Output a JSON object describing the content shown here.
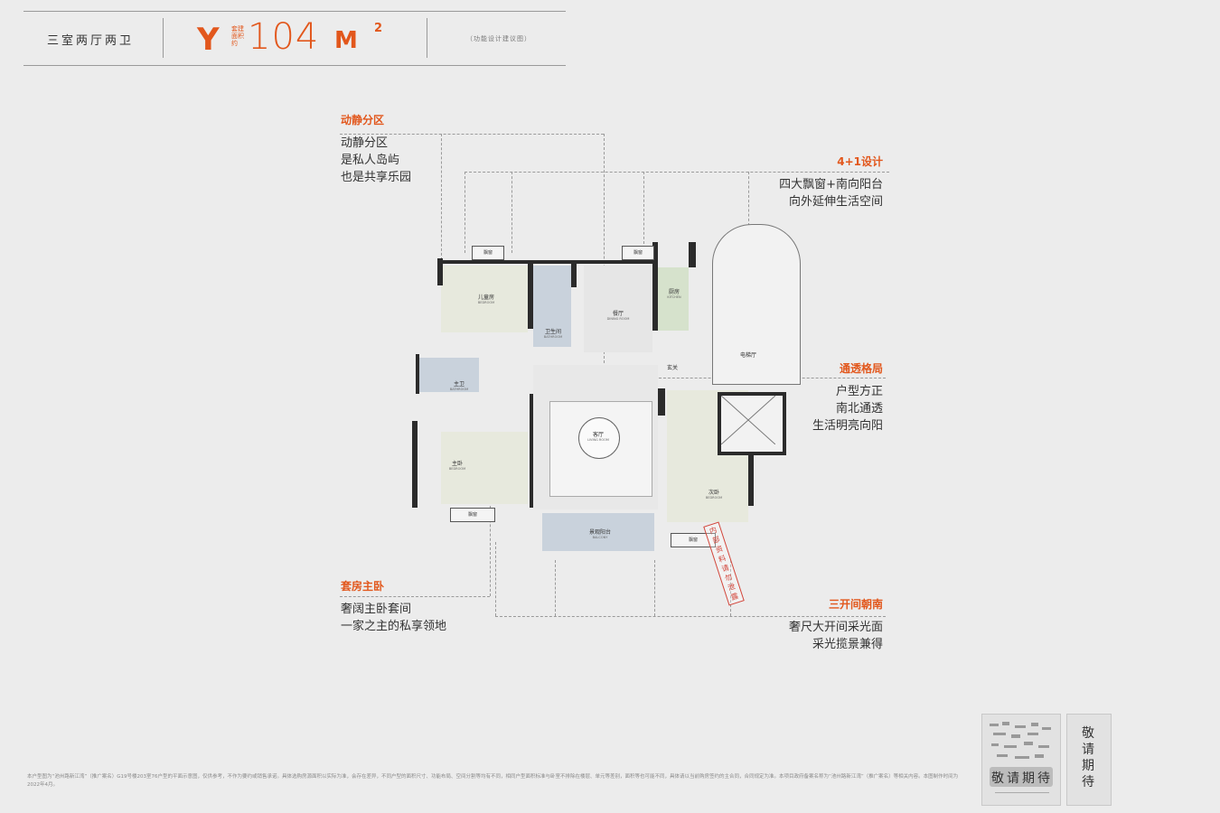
{
  "header": {
    "layout_type": "三室两厅两卫",
    "model_letter": "Y",
    "model_sub": "套建面积约",
    "area": "104",
    "unit": "M",
    "unit_sup": "2",
    "note": "（功能设计建议图）"
  },
  "features": [
    {
      "title": "动静分区",
      "lines": [
        "动静分区",
        "是私人岛屿",
        "也是共享乐园"
      ]
    },
    {
      "title": "4+1设计",
      "lines": [
        "四大飘窗+南向阳台",
        "向外延伸生活空间"
      ]
    },
    {
      "title": "通透格局",
      "lines": [
        "户型方正",
        "南北通透",
        "生活明亮向阳"
      ]
    },
    {
      "title": "套房主卧",
      "lines": [
        "奢阔主卧套间",
        "一家之主的私享领地"
      ]
    },
    {
      "title": "三开间朝南",
      "lines": [
        "奢尺大开间采光面",
        "采光揽景兼得"
      ]
    }
  ],
  "plan": {
    "rooms": {
      "kids": {
        "name": "儿童房",
        "en": "BEDROOM"
      },
      "bath2": {
        "name": "卫生间",
        "en": "BATHROOM"
      },
      "dining": {
        "name": "餐厅",
        "en": "DINING ROOM"
      },
      "kitchen": {
        "name": "厨房",
        "en": "KITCHEN"
      },
      "bath1": {
        "name": "主卫",
        "en": "BATHROOM"
      },
      "entry": {
        "name": "玄关"
      },
      "lift": {
        "name": "电梯厅"
      },
      "living": {
        "name": "客厅",
        "en": "LIVING ROOM"
      },
      "master": {
        "name": "主卧",
        "en": "BEDROOM"
      },
      "second": {
        "name": "次卧",
        "en": "BEDROOM"
      },
      "balcony": {
        "name": "景观阳台",
        "en": "BALCONY"
      }
    },
    "bay_window": "飘窗",
    "stamp": "内部资料 请勿泄露"
  },
  "disclaimer": "本户型图为“池州路新江湾”（推广案名）G19号楼203室76户型的平面示意图，仅供参考，不作为要约或销售承诺。具体选购房源面积以实际为准，会存在差异，不同户型的面积尺寸、功能布局、空间分割等均有不同，相同户型面积标准与卧室不排除在楼层、单元等差别，面积等也可能不同，具体请以当前购房签约的主合同，合同规定为准。本项目政府备案名称为“池州路新江湾”（推广案名）等相关内容。本图制作时间为2022年4月。",
  "thumbs": {
    "coming1": "敬请期待",
    "coming2": [
      "敬",
      "请",
      "期",
      "待"
    ]
  }
}
